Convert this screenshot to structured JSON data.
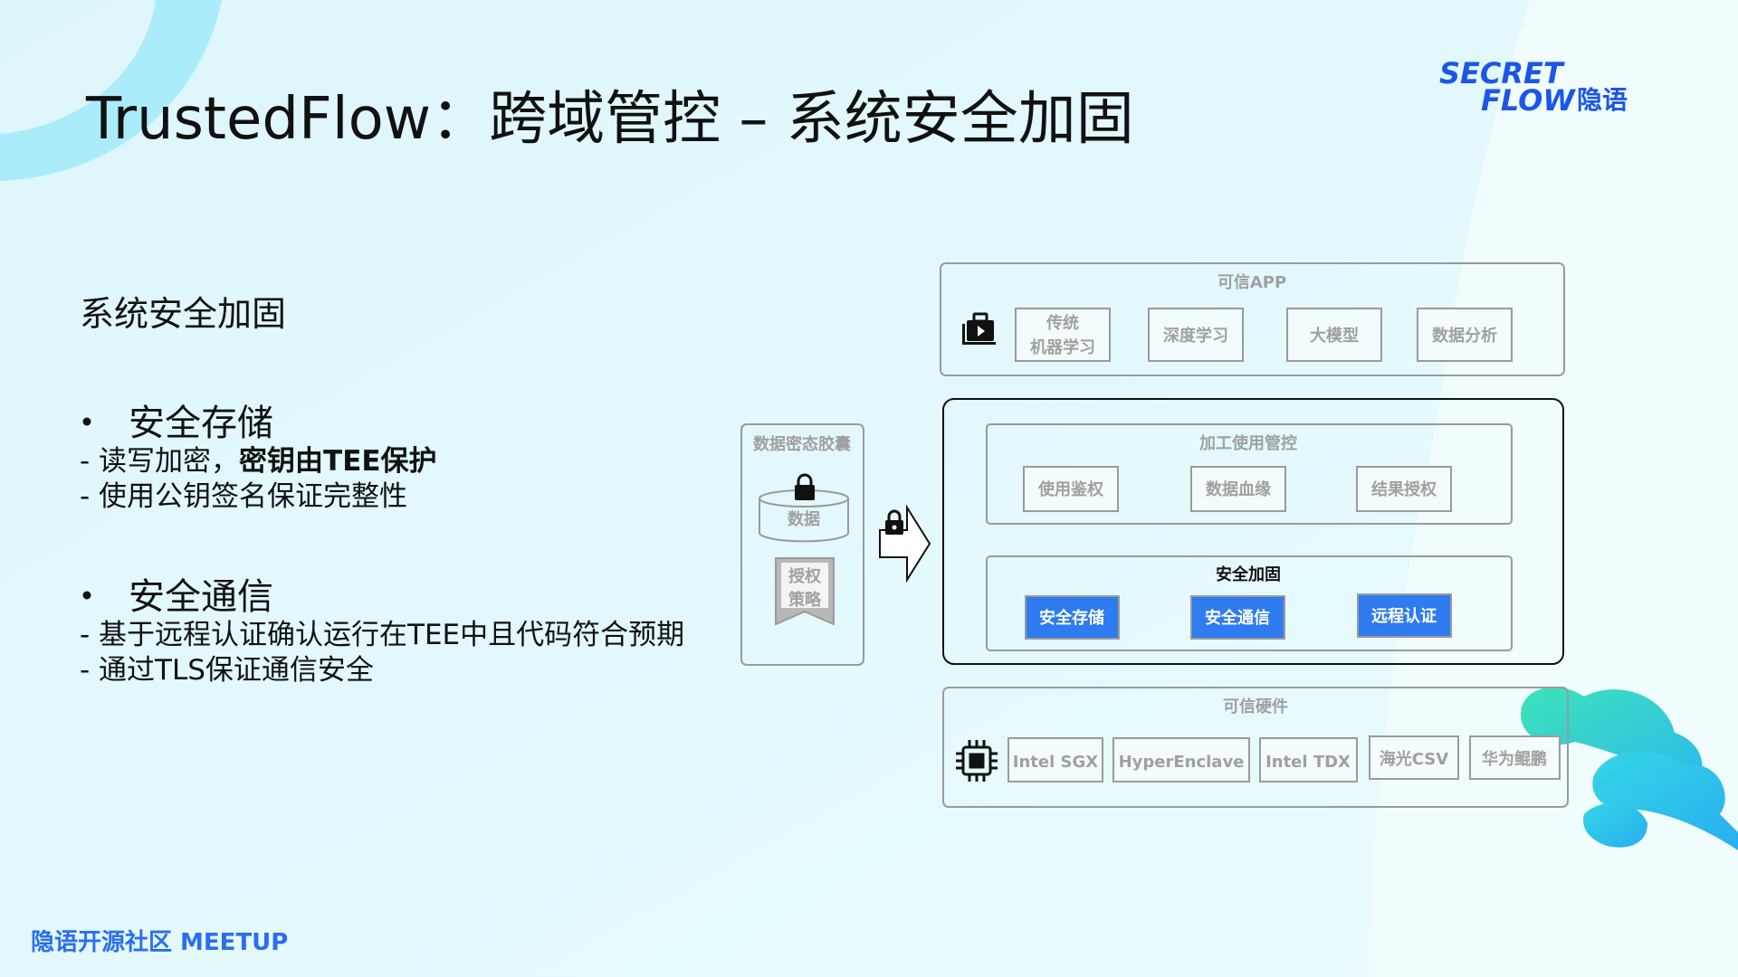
{
  "title": "TrustedFlow：跨域管控 – 系统安全加固",
  "logo": {
    "line1": "SECRET",
    "line2": "FLOW",
    "cn": "隐语"
  },
  "section_heading": "系统安全加固",
  "bullets": [
    {
      "heading": "安全存储",
      "lines": [
        {
          "plain": "- 读写加密，",
          "bold": "密钥由TEE保护"
        },
        {
          "plain": "- 使用公钥签名保证完整性",
          "bold": ""
        }
      ]
    },
    {
      "heading": "安全通信",
      "lines": [
        {
          "plain": "- 基于远程认证确认运行在TEE中且代码符合预期",
          "bold": ""
        },
        {
          "plain": "- 通过TLS保证通信安全",
          "bold": ""
        }
      ]
    }
  ],
  "footer": "隐语开源社区 MEETUP",
  "diagram": {
    "capsule": {
      "title": "数据密态胶囊",
      "data_label": "数据",
      "policy_label": [
        "授权",
        "策略"
      ]
    },
    "trusted_app": {
      "title": "可信APP",
      "items": [
        [
          "传统",
          "机器学习"
        ],
        [
          "深度学习"
        ],
        [
          "大模型"
        ],
        [
          "数据分析"
        ]
      ]
    },
    "usage_control": {
      "title": "加工使用管控",
      "items": [
        "使用鉴权",
        "数据血缘",
        "结果授权"
      ]
    },
    "hardening": {
      "title": "安全加固",
      "items": [
        "安全存储",
        "安全通信",
        "远程认证"
      ]
    },
    "hardware": {
      "title": "可信硬件",
      "items": [
        "Intel SGX",
        "HyperEnclave",
        "Intel TDX",
        "海光CSV",
        "华为鲲鹏"
      ]
    }
  },
  "colors": {
    "accent_blue": "#2f7bf0",
    "footer_blue": "#2a6ff0",
    "light_bg": "#e6f9fd",
    "box_border": "#9a9a9a",
    "box_text": "#a0a0a0"
  }
}
